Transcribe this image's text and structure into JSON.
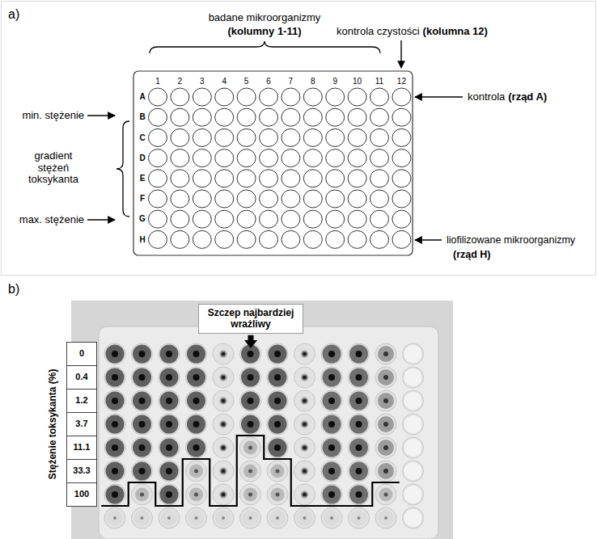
{
  "diagram": {
    "nodes": [
      {
        "text": [
          "Szczep najbardziej wrażliwy"
        ]
      },
      {
        "text": [
          "0"
        ]
      },
      {
        "text": [
          "0.4"
        ]
      },
      {
        "text": [
          "1.2"
        ]
      },
      {
        "text": [
          "3.7"
        ]
      },
      {
        "text": [
          "11.1"
        ]
      },
      {
        "text": [
          "33.3"
        ]
      },
      {
        "text": [
          "100"
        ]
      }
    ],
    "labels": [
      "a)",
      "badane mikroorganizmy",
      "(kolumny 1-11)",
      "kontrola czystości",
      "(kolumna 12)",
      "kontrola",
      "(rząd A)",
      "min. stężenie",
      "gradient stężeń toksykanta",
      "max. stężenie",
      "liofilizowane mikroorganizmy",
      "(rząd H)",
      "1",
      "2",
      "3",
      "4",
      "5",
      "6",
      "7",
      "8",
      "9",
      "10",
      "11",
      "12",
      "A",
      "B",
      "C",
      "D",
      "E",
      "F",
      "G",
      "H",
      "b)",
      "Stężenie toksykanta (%)"
    ]
  }
}
